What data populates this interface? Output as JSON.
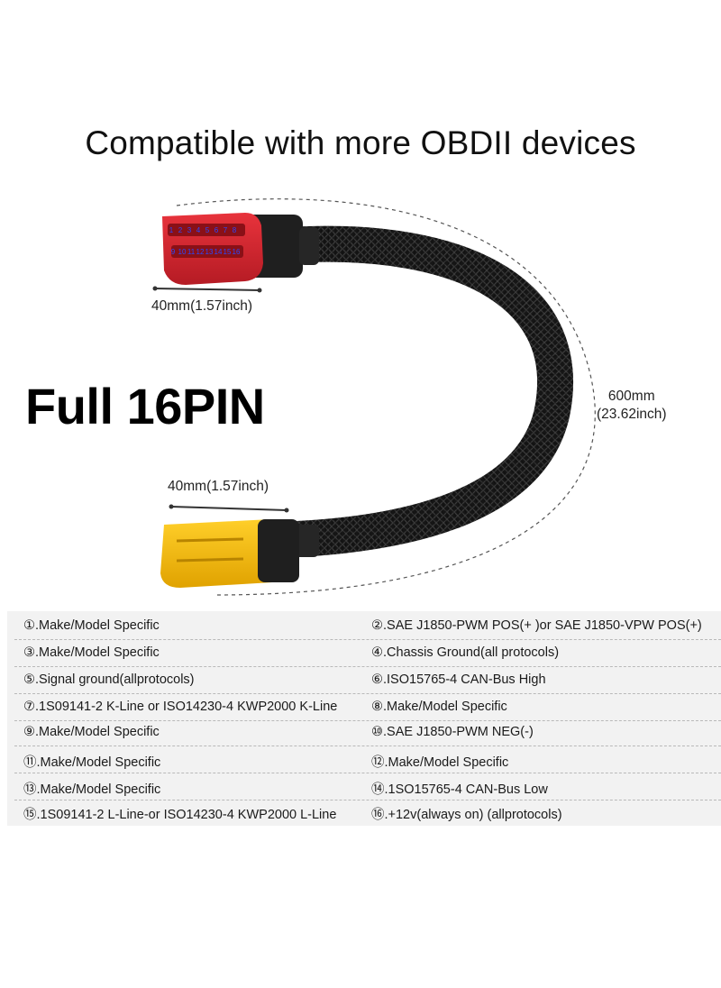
{
  "headline": "Compatible with more OBDII devices",
  "feature_label": "Full 16PIN",
  "dimensions": {
    "top_connector_width": "40mm(1.57inch)",
    "bottom_connector_width": "40mm(1.57inch)",
    "cable_length_mm": "600mm",
    "cable_length_inch": "(23.62inch)"
  },
  "connector_pin_numbers_top": [
    "1",
    "2",
    "3",
    "4",
    "5",
    "6",
    "7",
    "8"
  ],
  "connector_pin_numbers_bottom": [
    "9",
    "10",
    "11",
    "12",
    "13",
    "14",
    "15",
    "16"
  ],
  "colors": {
    "female_connector": "#d8252f",
    "male_connector": "#f2b600",
    "cable": "#151515",
    "pin_number_text": "#2a49ff",
    "table_background": "#f2f2f2"
  },
  "pins": [
    {
      "left": "①.Make/Model Specific",
      "right": "②.SAE J1850-PWM POS(+ )or SAE J1850-VPW POS(+)"
    },
    {
      "left": "③.Make/Model Specific",
      "right": "④.Chassis Ground(all protocols)"
    },
    {
      "left": "⑤.Signal ground(allprotocols)",
      "right": "⑥.ISO15765-4 CAN-Bus High"
    },
    {
      "left": "⑦.1S09141-2 K-Line or ISO14230-4 KWP2000 K-Line",
      "right": "⑧.Make/Model Specific"
    },
    {
      "left": "⑨.Make/Model Specific",
      "right": "⑩.SAE J1850-PWM NEG(-)"
    },
    {
      "left": "⑪.Make/Model Specific",
      "right": "⑫.Make/Model Specific"
    },
    {
      "left": "⑬.Make/Model Specific",
      "right": "⑭.1SO15765-4 CAN-Bus Low"
    },
    {
      "left": "⑮.1S09141-2 L-Line-or ISO14230-4 KWP2000 L-Line",
      "right": "⑯.+12v(always on) (allprotocols)"
    }
  ]
}
